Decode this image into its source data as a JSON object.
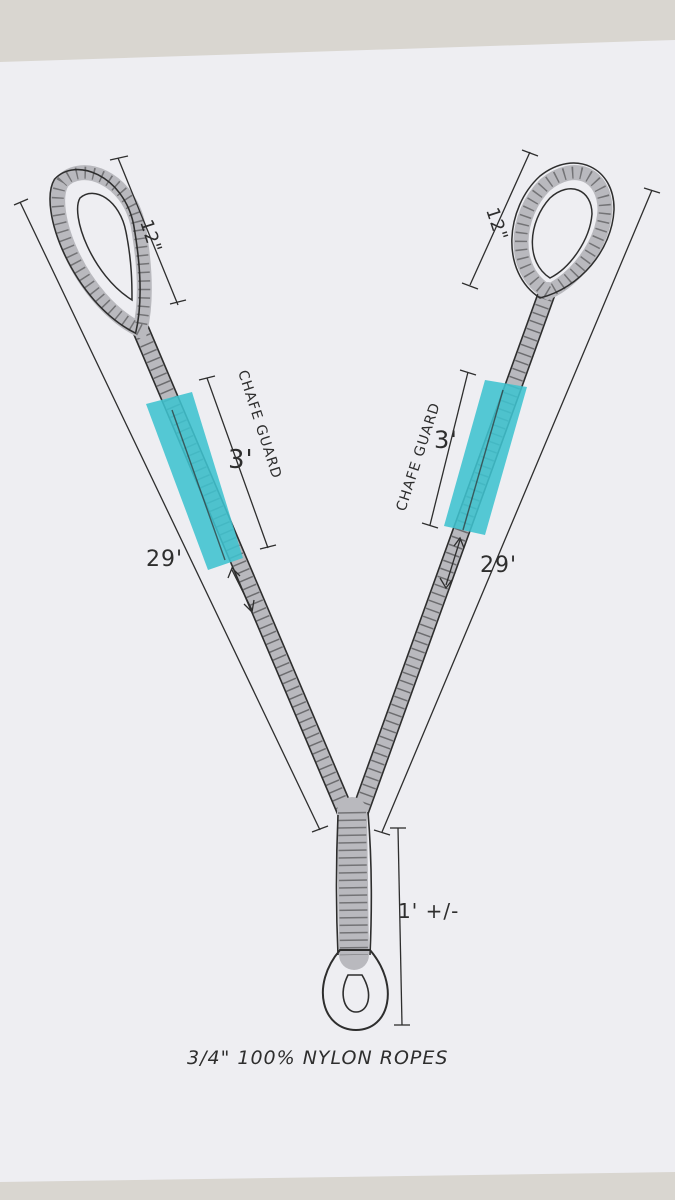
{
  "colors": {
    "table": "#d9d6d0",
    "paper": "#eeeef2",
    "ink": "#2e2e2e",
    "rope": "#b9b9be",
    "chafe_guard": "#3fc3cf"
  },
  "labels": {
    "left_eye": "12\"",
    "right_eye": "12\"",
    "left_guard_title": "CHAFE GUARD",
    "left_guard_length": "3'",
    "right_guard_title": "CHAFE GUARD",
    "right_guard_length": "3'",
    "left_leg": "29'",
    "right_leg": "29'",
    "splice": "1' +/-",
    "caption": "3/4\" 100% NYLON ROPES"
  }
}
